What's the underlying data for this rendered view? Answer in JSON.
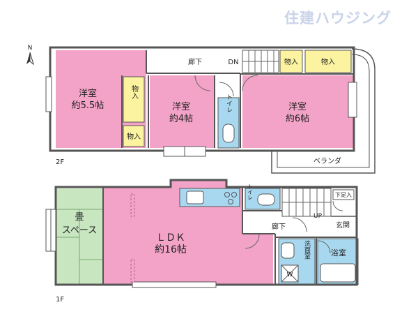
{
  "brand": {
    "logo_text": "住建ハウジング"
  },
  "compass": {
    "north_label": "N"
  },
  "floor2": {
    "floor_label": "2F",
    "rooms": {
      "western_55": {
        "name": "洋室",
        "size": "約5.5帖"
      },
      "western_4": {
        "name": "洋室",
        "size": "約4帖"
      },
      "western_6": {
        "name": "洋室",
        "size": "約6帖"
      },
      "closet_a": "物入",
      "closet_b": "物入",
      "closet_c": "物入",
      "closet_d": "物入",
      "hallway": "廊下",
      "toilet": "トイレ",
      "veranda": "ベランダ"
    },
    "stair_label": "DN"
  },
  "floor1": {
    "floor_label": "1F",
    "rooms": {
      "tatami": {
        "name": "畳",
        "name2": "スペース"
      },
      "ldk": {
        "name": "ＬＤＫ",
        "size": "約16帖"
      },
      "toilet": "トイレ",
      "hallway": "廊下",
      "entrance": "玄関",
      "shoe_box": "下足入",
      "washroom": "洗面室",
      "bathroom": "浴室",
      "washer": "W"
    },
    "stair_label": "UP"
  },
  "colors": {
    "western_room": "#f4a3c8",
    "tatami": "#c8e6c0",
    "closet": "#fbf3a0",
    "water_area": "#a8d8f0",
    "wall": "#555555"
  }
}
